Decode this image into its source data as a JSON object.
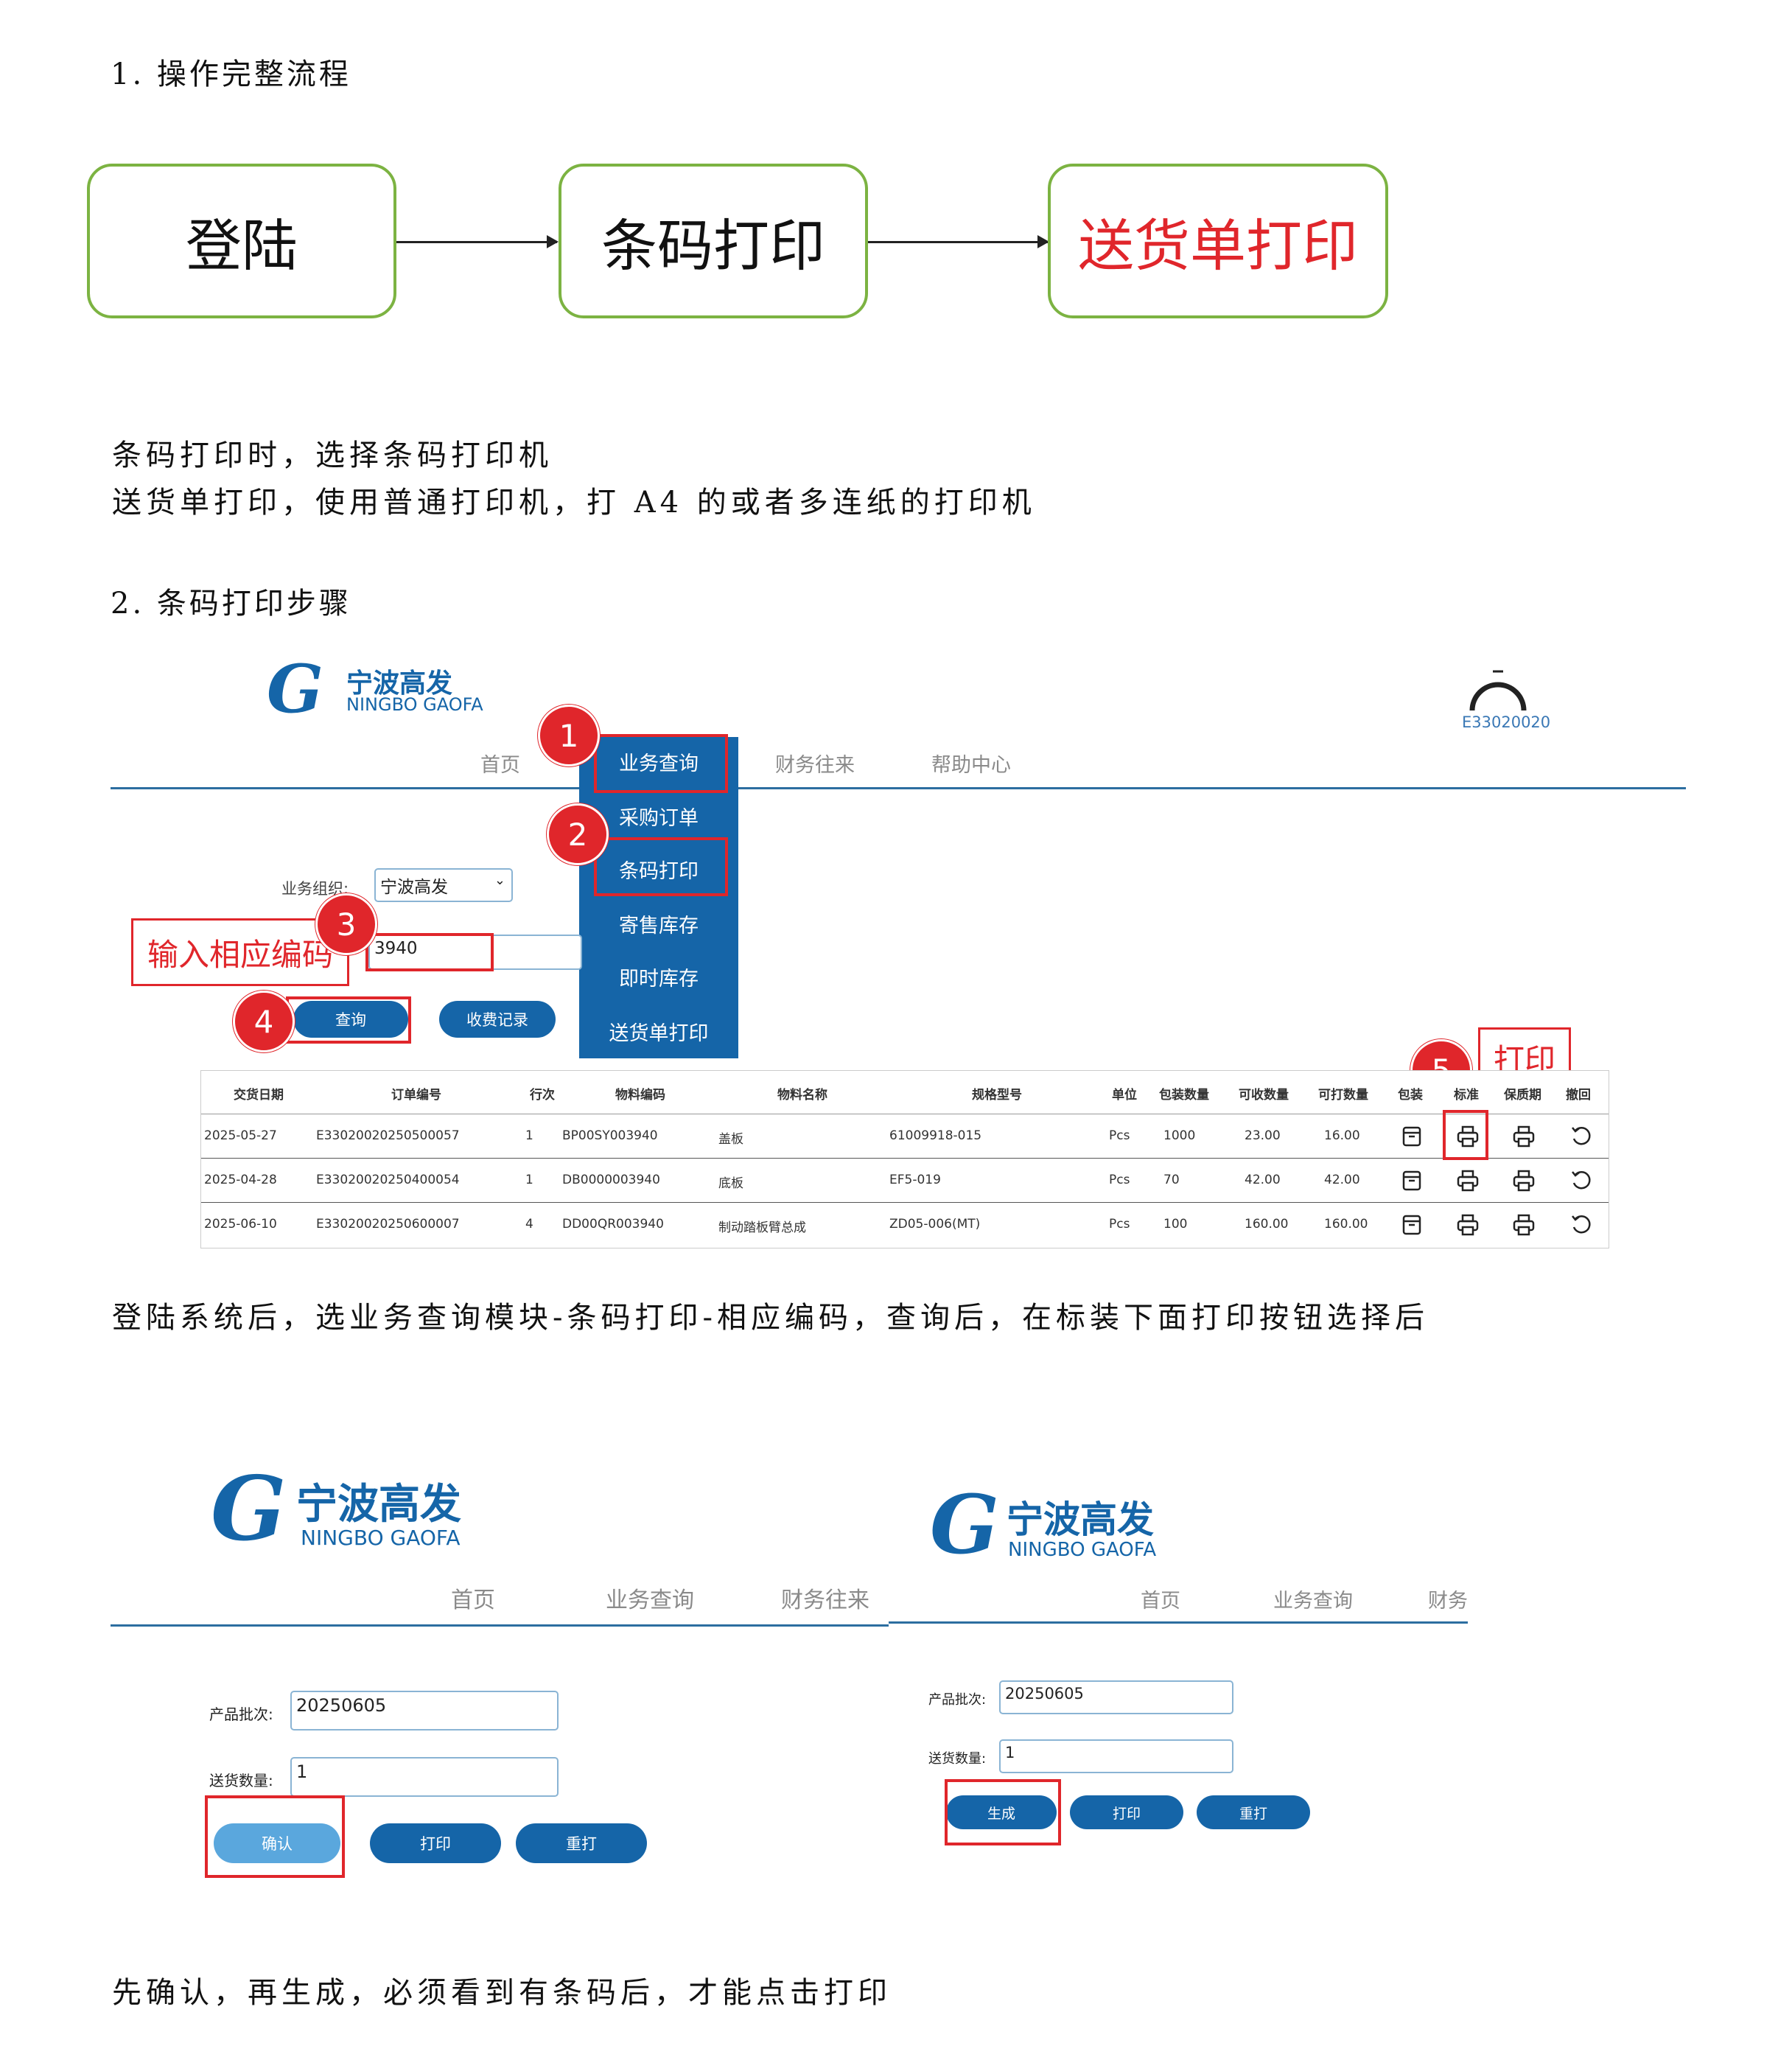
{
  "section1": {
    "title": "1. 操作完整流程"
  },
  "flow": {
    "step1": "登陆",
    "step2": "条码打印",
    "step3": "送货单打印",
    "highlight_color": "#e0262b"
  },
  "notes": {
    "line1": "条码打印时，选择条码打印机",
    "line2": "送货单打印，使用普通打印机，打 A4 的或者多连纸的打印机"
  },
  "section2": {
    "title": "2. 条码打印步骤"
  },
  "shot1": {
    "logo_cn": "宁波高发",
    "logo_en": "NINGBO GAOFA",
    "user_id": "E33020020",
    "nav": {
      "home": "首页",
      "business": "业务查询",
      "finance": "财务往来",
      "help": "帮助中心"
    },
    "menu": [
      "采购订单",
      "条码打印",
      "寄售库存",
      "即时库存",
      "送货单打印"
    ],
    "org_label": "业务组织:",
    "org_value": "宁波高发",
    "code_value": "3940",
    "callout_input": "输入相应编码",
    "callout_print": "打印",
    "query_button": "查询",
    "receipt_button": "收费记录",
    "steps": [
      "1",
      "2",
      "3",
      "4",
      "5"
    ],
    "table": {
      "headers": [
        "交货日期",
        "订单编号",
        "行次",
        "物料编码",
        "物料名称",
        "规格型号",
        "单位",
        "包装数量",
        "可收数量",
        "可打数量",
        "包装",
        "标准",
        "保质期",
        "撤回"
      ],
      "rows": [
        [
          "2025-05-27",
          "E33020020250500057",
          "1",
          "BP00SY003940",
          "盖板",
          "61009918-015",
          "Pcs",
          "1000",
          "23.00",
          "16.00"
        ],
        [
          "2025-04-28",
          "E33020020250400054",
          "1",
          "DB0000003940",
          "底板",
          "EF5-019",
          "Pcs",
          "70",
          "42.00",
          "42.00"
        ],
        [
          "2025-06-10",
          "E33020020250600007",
          "4",
          "DD00QR003940",
          "制动踏板臂总成",
          "ZD05-006(MT)",
          "Pcs",
          "100",
          "160.00",
          "160.00"
        ]
      ]
    }
  },
  "caption1": "登陆系统后，选业务查询模块-条码打印-相应编码，查询后，在标装下面打印按钮选择后",
  "shot2": {
    "logo_cn": "宁波高发",
    "logo_en": "NINGBO GAOFA",
    "nav": [
      "首页",
      "业务查询",
      "财务往来"
    ],
    "batch_label": "产品批次:",
    "batch_value": "20250605",
    "qty_label": "送货数量:",
    "qty_value": "1",
    "btn_confirm": "确认",
    "btn_print": "打印",
    "btn_reprint": "重打"
  },
  "shot3": {
    "logo_cn": "宁波高发",
    "logo_en": "NINGBO GAOFA",
    "nav": [
      "首页",
      "业务查询",
      "财务"
    ],
    "batch_label": "产品批次:",
    "batch_value": "20250605",
    "qty_label": "送货数量:",
    "qty_value": "1",
    "btn_generate": "生成",
    "btn_print": "打印",
    "btn_reprint": "重打"
  },
  "caption2": "先确认，再生成，必须看到有条码后，才能点击打印",
  "colors": {
    "brand": "#1565a8",
    "accent_red": "#e0262b",
    "box_green": "#7cb342"
  }
}
